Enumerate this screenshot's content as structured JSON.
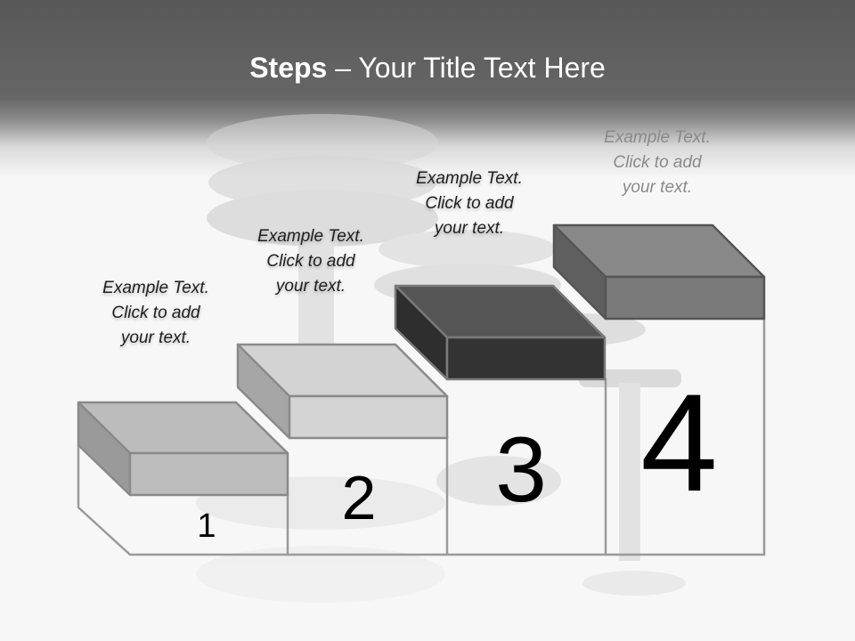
{
  "slide": {
    "title_bold": "Steps",
    "title_rest": " – Your Title Text Here"
  },
  "steps": [
    {
      "number": "1",
      "line1": "Example Text.",
      "line2": "Click  to add",
      "line3": "your text.",
      "top_color": "#bcbcbc",
      "side_color": "#9a9a9a"
    },
    {
      "number": "2",
      "line1": "Example Text.",
      "line2": "Click  to add",
      "line3": "your text.",
      "top_color": "#d3d3d3",
      "side_color": "#a6a6a6"
    },
    {
      "number": "3",
      "line1": "Example Text.",
      "line2": "Click  to add",
      "line3": "your text.",
      "top_color": "#555555",
      "side_color": "#2e2e2e"
    },
    {
      "number": "4",
      "line1": "Example Text.",
      "line2": "Click  to add",
      "line3": "your text.",
      "top_color": "#898989",
      "side_color": "#5f5f5f"
    }
  ],
  "colors": {
    "outline": "#9a9a9a",
    "front_fill": "#ffffff",
    "lid_front_1": "#bdbdbd",
    "lid_front_2": "#d4d4d4",
    "lid_front_3": "#333333",
    "lid_front_4": "#7a7a7a"
  }
}
